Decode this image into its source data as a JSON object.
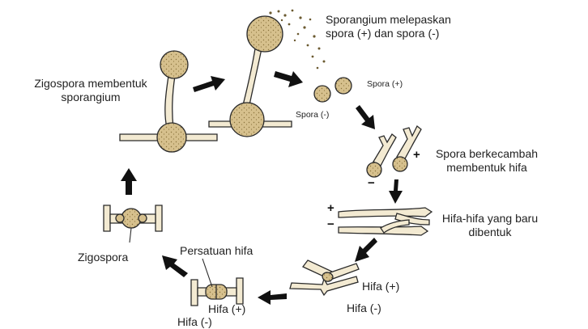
{
  "labels": {
    "sporangium_release_line1": "Sporangium melepaskan",
    "sporangium_release_line2": "spora (+) dan spora (-)",
    "spore_plus": "Spora (+)",
    "spore_minus": "Spora (-)",
    "zygospore_forms_line1": "Zigospora membentuk",
    "zygospore_forms_line2": "sporangium",
    "germinate_line1": "Spora berkecambah",
    "germinate_line2": "membentuk hifa",
    "new_hyphae_line1": "Hifa-hifa yang baru",
    "new_hyphae_line2": "dibentuk",
    "hypha_plus_right": "Hifa (+)",
    "hypha_minus_right": "Hifa (-)",
    "hyphae_union": "Persatuan hifa",
    "hypha_plus_bottom": "Hifa (+)",
    "hypha_minus_bottom": "Hifa (-)",
    "zygospore": "Zigospora"
  },
  "signs": {
    "plus": "+",
    "minus": "−"
  },
  "colors": {
    "fill": "#d6c08d",
    "stroke": "#2a2a2a",
    "arrow": "#111111",
    "text": "#222222",
    "dots": "#6b5a30"
  }
}
